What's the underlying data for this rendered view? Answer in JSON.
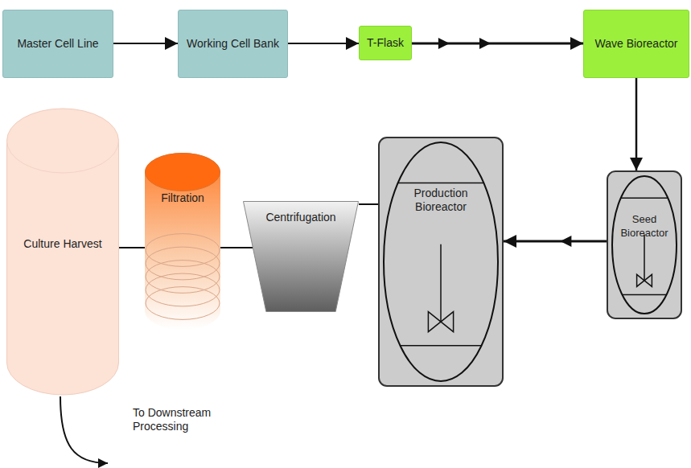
{
  "diagram": {
    "nodes": [
      {
        "text": [
          "Master Cell Line"
        ]
      },
      {
        "text": [
          "Working Cell Bank"
        ]
      },
      {
        "text": [
          "T-Flask"
        ]
      },
      {
        "text": [
          "Wave Bioreactor"
        ]
      },
      {
        "text": [
          "Seed Bioreactor"
        ]
      },
      {
        "text": [
          "Production Bioreactor"
        ]
      },
      {
        "text": [
          "Centrifugation"
        ]
      },
      {
        "text": [
          "Filtration"
        ]
      },
      {
        "text": [
          "Culture Harvest"
        ]
      }
    ],
    "edges": [
      {
        "from": 0,
        "to": 1,
        "arrow": "to"
      },
      {
        "from": 1,
        "to": 2,
        "arrow": "to"
      },
      {
        "from": 2,
        "to": 3,
        "arrow": "to"
      },
      {
        "from": 3,
        "to": 4,
        "arrow": "to"
      },
      {
        "from": 4,
        "to": 5,
        "arrow": "to"
      },
      {
        "from": 5,
        "to": 6,
        "arrow": "none"
      },
      {
        "from": 6,
        "to": 7,
        "arrow": "none"
      },
      {
        "from": 7,
        "to": 8,
        "arrow": "none"
      }
    ],
    "labels": [
      "To Downstream Processing"
    ]
  }
}
